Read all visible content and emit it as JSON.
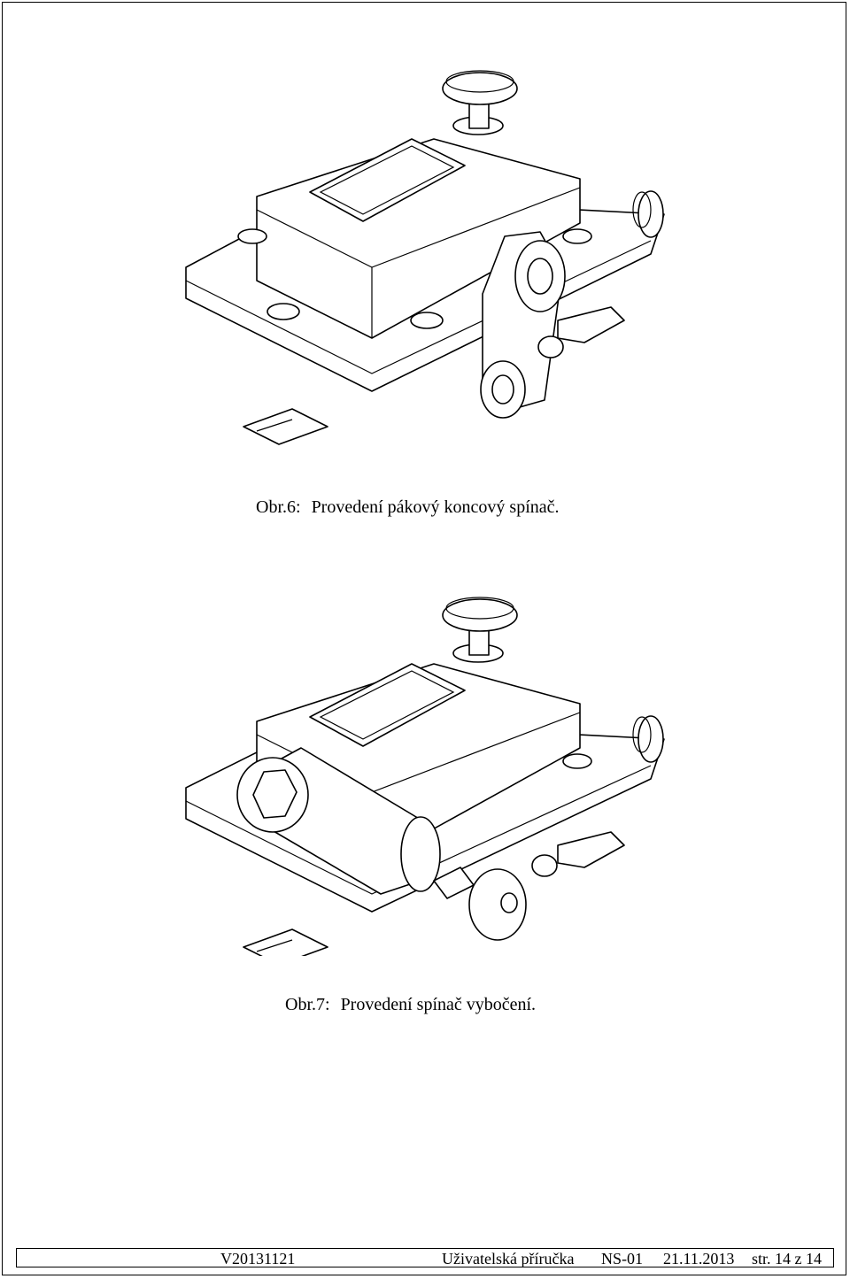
{
  "figures": [
    {
      "label": "Obr.6:",
      "caption": "Provedení pákový koncový spínač."
    },
    {
      "label": "Obr.7:",
      "caption": "Provedení spínač vybočení."
    }
  ],
  "footer": {
    "version": "V20131121",
    "title": "Uživatelská příručka",
    "model": "NS-01",
    "date": "21.11.2013",
    "page": "str. 14 z 14"
  }
}
